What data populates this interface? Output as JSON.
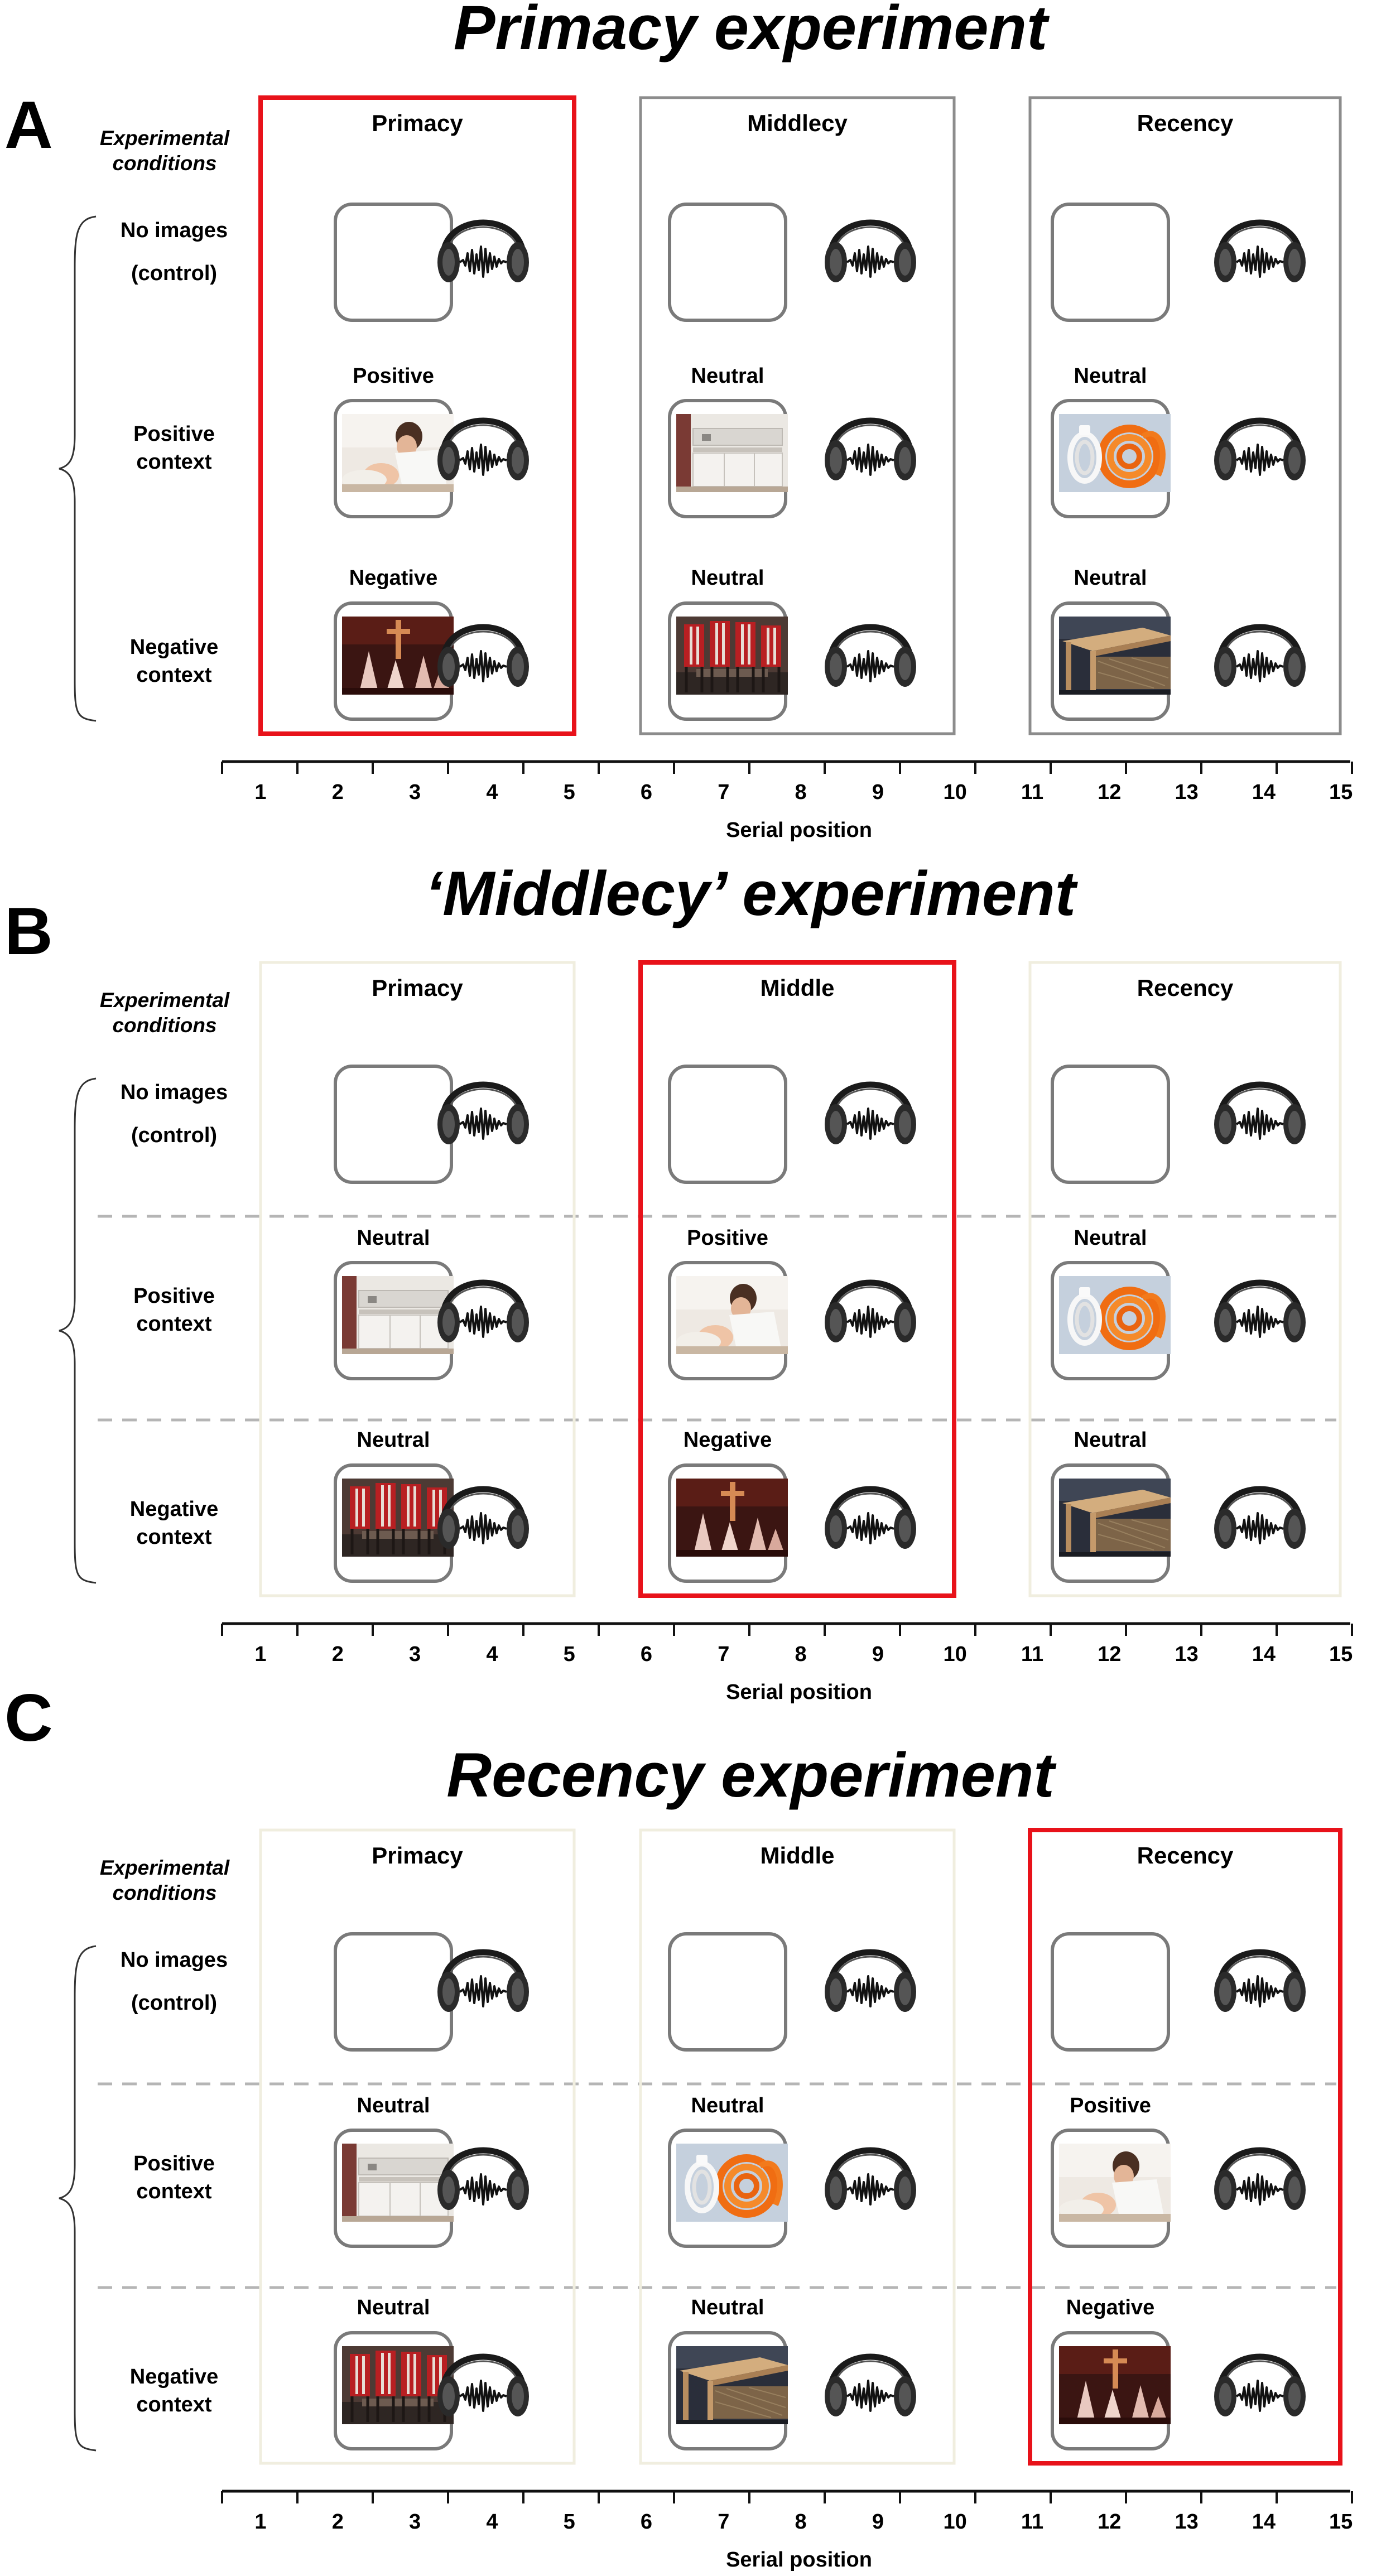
{
  "panels": [
    {
      "letter": "A",
      "title": "Primacy experiment",
      "conditions_label": [
        "Experimental",
        "conditions"
      ],
      "row_labels": [
        [
          "No images",
          "(control)"
        ],
        [
          "Positive",
          "context"
        ],
        [
          "Negative",
          "context"
        ]
      ],
      "sections": [
        {
          "label": "Primacy",
          "highlight": true,
          "images": [
            "none",
            "baby",
            "church"
          ],
          "tags": [
            "",
            "Positive",
            "Negative"
          ]
        },
        {
          "label": "Middlecy",
          "highlight": false,
          "images": [
            "none",
            "kitchen",
            "chairs"
          ],
          "tags": [
            "",
            "Neutral",
            "Neutral"
          ]
        },
        {
          "label": "Recency",
          "highlight": false,
          "images": [
            "none",
            "cable",
            "table"
          ],
          "tags": [
            "",
            "Neutral",
            "Neutral"
          ]
        }
      ],
      "dashed_separators": false,
      "axis_label": "Serial position"
    },
    {
      "letter": "B",
      "title": "‘Middlecy’ experiment",
      "conditions_label": [
        "Experimental",
        "conditions"
      ],
      "row_labels": [
        [
          "No images",
          "(control)"
        ],
        [
          "Positive",
          "context"
        ],
        [
          "Negative",
          "context"
        ]
      ],
      "sections": [
        {
          "label": "Primacy",
          "highlight": false,
          "images": [
            "none",
            "kitchen",
            "chairs"
          ],
          "tags": [
            "",
            "Neutral",
            "Neutral"
          ]
        },
        {
          "label": "Middle",
          "highlight": true,
          "images": [
            "none",
            "baby",
            "church"
          ],
          "tags": [
            "",
            "Positive",
            "Negative"
          ]
        },
        {
          "label": "Recency",
          "highlight": false,
          "images": [
            "none",
            "cable",
            "table"
          ],
          "tags": [
            "",
            "Neutral",
            "Neutral"
          ]
        }
      ],
      "dashed_separators": true,
      "axis_label": "Serial position"
    },
    {
      "letter": "C",
      "title": "Recency experiment",
      "conditions_label": [
        "Experimental",
        "conditions"
      ],
      "row_labels": [
        [
          "No images",
          "(control)"
        ],
        [
          "Positive",
          "context"
        ],
        [
          "Negative",
          "context"
        ]
      ],
      "sections": [
        {
          "label": "Primacy",
          "highlight": false,
          "images": [
            "none",
            "kitchen",
            "chairs"
          ],
          "tags": [
            "",
            "Neutral",
            "Neutral"
          ]
        },
        {
          "label": "Middle",
          "highlight": false,
          "images": [
            "none",
            "cable",
            "table"
          ],
          "tags": [
            "",
            "Neutral",
            "Neutral"
          ]
        },
        {
          "label": "Recency",
          "highlight": true,
          "images": [
            "none",
            "baby",
            "church"
          ],
          "tags": [
            "",
            "Positive",
            "Negative"
          ]
        }
      ],
      "dashed_separators": true,
      "axis_label": "Serial position"
    }
  ],
  "serial_positions": [
    "1",
    "2",
    "3",
    "4",
    "5",
    "6",
    "7",
    "8",
    "9",
    "10",
    "11",
    "12",
    "13",
    "14",
    "15"
  ],
  "colors": {
    "highlight": "#e8121a",
    "panelA_box": "#8c8c8c",
    "other_box": "#f0eedf",
    "image_frame": "#7a7a7a",
    "dashes": "#b5b5b5"
  },
  "icons": {
    "audio": "headphones-icon"
  }
}
